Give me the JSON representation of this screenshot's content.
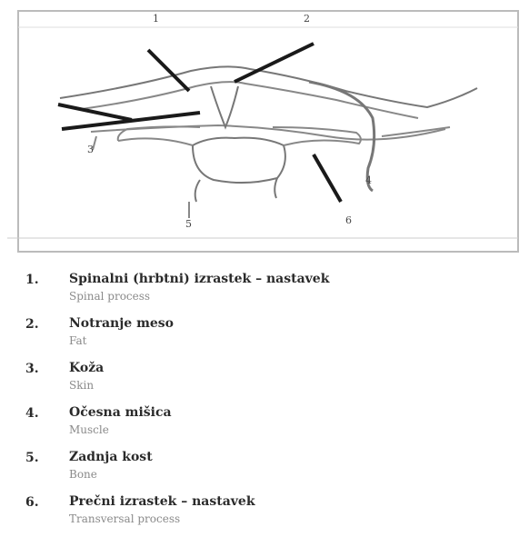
{
  "diagram": {
    "callouts": {
      "c1": "1",
      "c2": "2",
      "c3": "3",
      "c4": "4",
      "c5": "5",
      "c6": "6",
      "side_label": "",
      "center_label": ""
    }
  },
  "legend": {
    "items": [
      {
        "number": "1.",
        "term": "Spinalni (hrbtni) izrastek – nastavek",
        "translation": "Spinal process"
      },
      {
        "number": "2.",
        "term": "Notranje meso",
        "translation": "Fat"
      },
      {
        "number": "3.",
        "term": "Koža",
        "translation": "Skin"
      },
      {
        "number": "4.",
        "term": "Očesna mišica",
        "translation": "Muscle"
      },
      {
        "number": "5.",
        "term": "Zadnja kost",
        "translation": "Bone"
      },
      {
        "number": "6.",
        "term": "Prečni izrastek – nastavek",
        "translation": "Transversal process"
      }
    ]
  },
  "colors": {
    "line": "#1a1a1a",
    "frame": "#bbbbbb",
    "outline": "#777777"
  }
}
